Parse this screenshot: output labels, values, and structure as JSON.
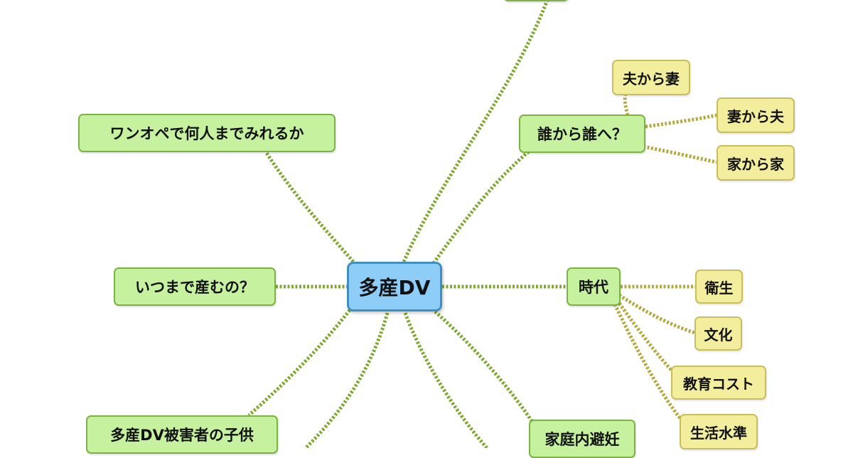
{
  "colors": {
    "root_fill": "#8ecdf7",
    "root_border": "#3f8fc0",
    "main_fill": "#c6f2a0",
    "main_border": "#7cb342",
    "sub_fill": "#f3ee9e",
    "sub_border": "#c9bd5c",
    "main_connector": "#7fa832",
    "sub_connector": "#b5a83c"
  },
  "mindmap": {
    "root": {
      "label": "多産DV"
    },
    "branches": {
      "top_cut": {
        "label": ""
      },
      "who_to_whom": {
        "label": "誰から誰へ？",
        "children": [
          {
            "label": "夫から妻"
          },
          {
            "label": "妻から夫"
          },
          {
            "label": "家から家"
          }
        ]
      },
      "era": {
        "label": "時代",
        "children": [
          {
            "label": "衛生"
          },
          {
            "label": "文化"
          },
          {
            "label": "教育コスト"
          },
          {
            "label": "生活水準"
          }
        ]
      },
      "contraception": {
        "label": "家庭内避妊"
      },
      "one_op": {
        "label": "ワンオペで何人までみれるか"
      },
      "until_when": {
        "label": "いつまで産むの？"
      },
      "children_of_victims": {
        "label": "多産DV被害者の子供"
      }
    }
  }
}
